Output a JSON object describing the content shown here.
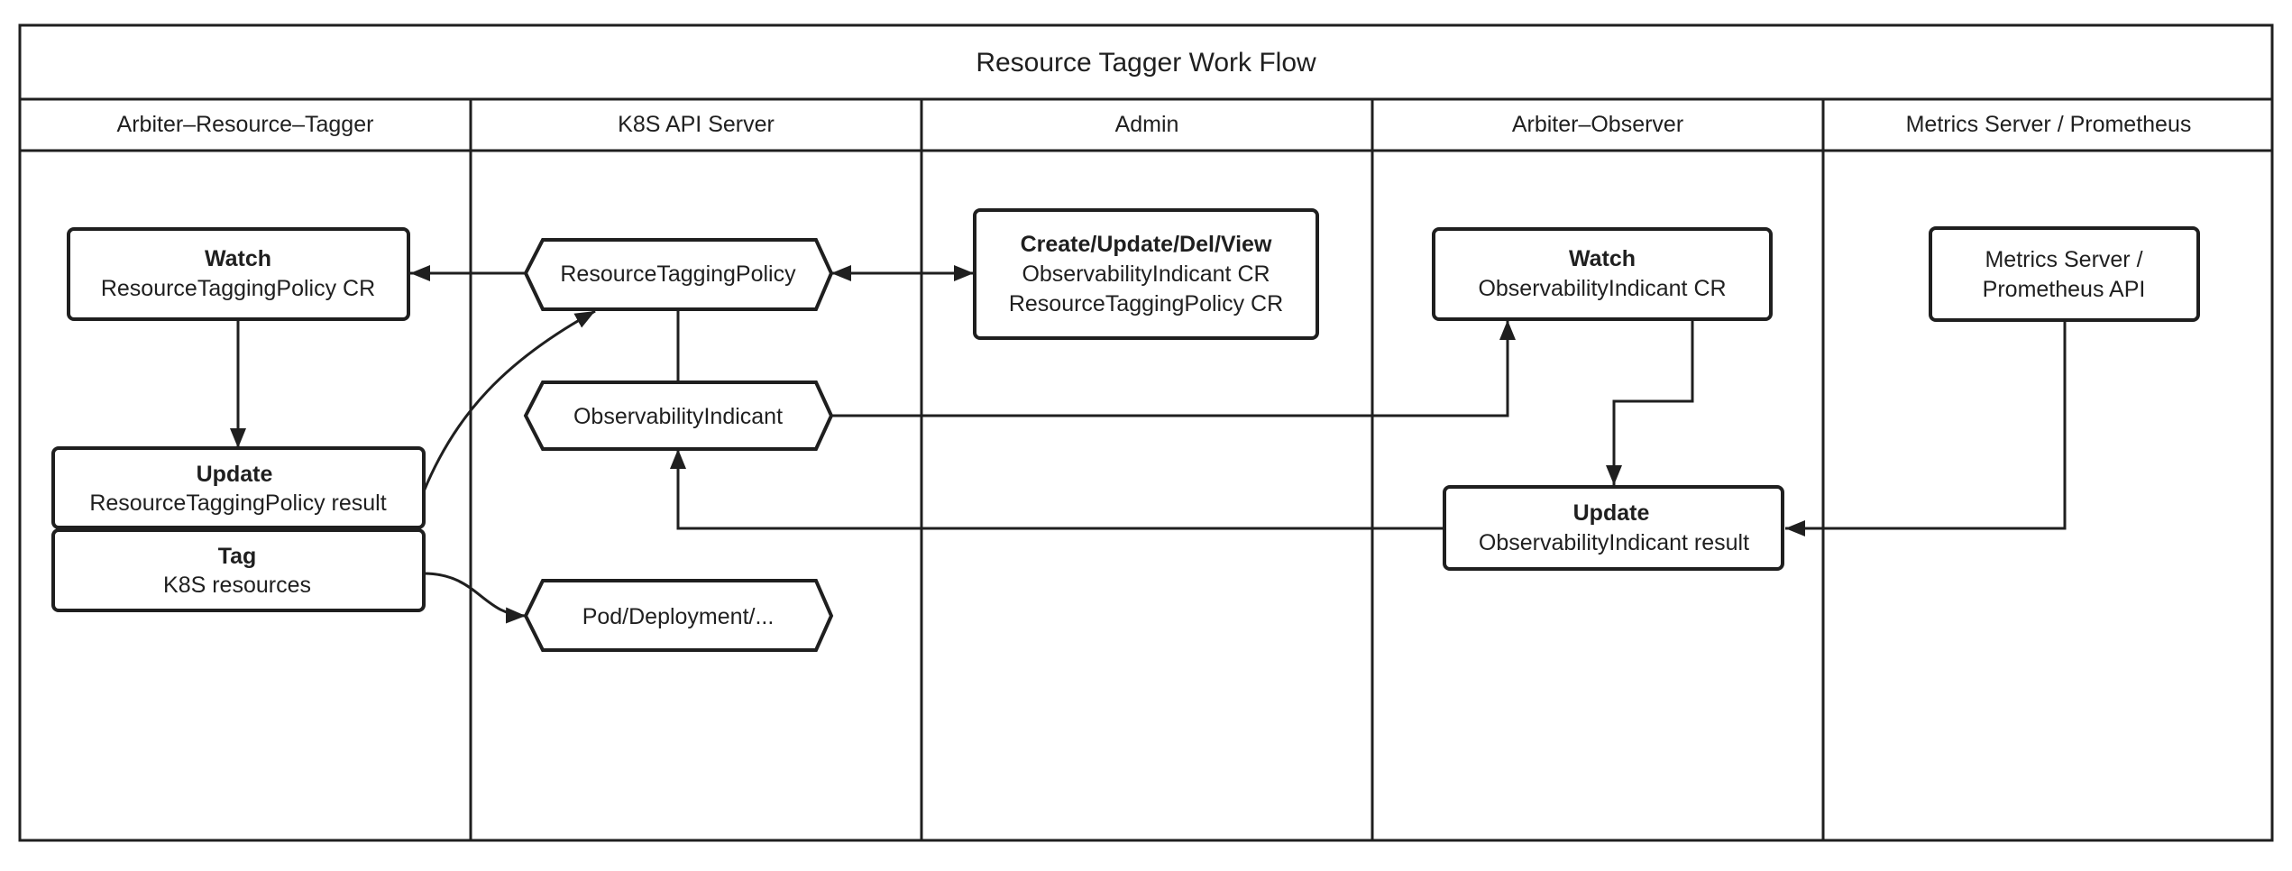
{
  "diagram": {
    "title": "Resource Tagger Work Flow",
    "lanes": [
      "Arbiter–Resource–Tagger",
      "K8S API Server",
      "Admin",
      "Arbiter–Observer",
      "Metrics Server / Prometheus"
    ],
    "nodes": {
      "watch_rtp": {
        "line1": "Watch",
        "line2": "ResourceTaggingPolicy CR"
      },
      "update_rtp": {
        "line1": "Update",
        "line2": "ResourceTaggingPolicy result"
      },
      "tag_k8s": {
        "line1": "Tag",
        "line2": "K8S resources"
      },
      "rtp_hex": {
        "label": "ResourceTaggingPolicy"
      },
      "oi_hex": {
        "label": "ObservabilityIndicant"
      },
      "pod_hex": {
        "label": "Pod/Deployment/..."
      },
      "admin_crud": {
        "line1": "Create/Update/Del/View",
        "line2": "ObservabilityIndicant CR",
        "line3": "ResourceTaggingPolicy CR"
      },
      "watch_oi": {
        "line1": "Watch",
        "line2": "ObservabilityIndicant CR"
      },
      "update_oi": {
        "line1": "Update",
        "line2": "ObservabilityIndicant result"
      },
      "metrics_api": {
        "line1": "Metrics Server /",
        "line2": "Prometheus API"
      }
    },
    "colors": {
      "stroke": "#1f1f1f",
      "background": "#ffffff"
    }
  }
}
